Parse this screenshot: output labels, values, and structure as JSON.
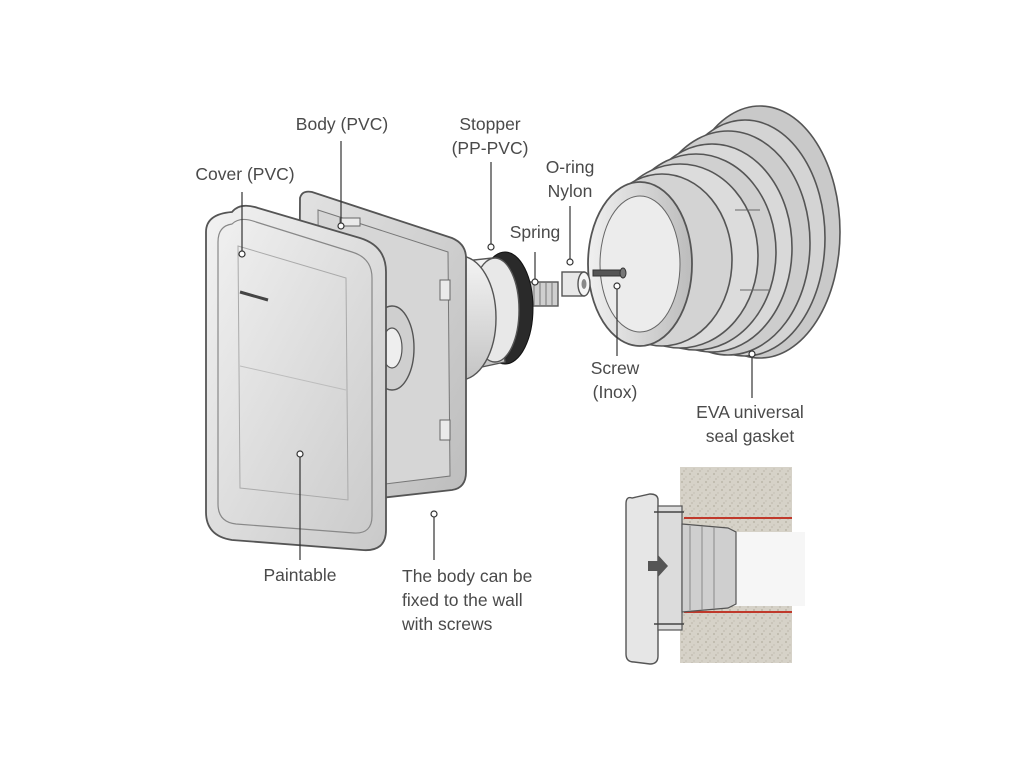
{
  "labels": {
    "body": "Body (PVC)",
    "stopper": [
      "Stopper",
      "(PP-PVC)"
    ],
    "cover": "Cover (PVC)",
    "oring": [
      "O-ring",
      "Nylon"
    ],
    "spring": "Spring",
    "screw": [
      "Screw",
      "(Inox)"
    ],
    "gasket": [
      "EVA universal",
      "seal gasket"
    ],
    "paintable": "Paintable",
    "body_fix": [
      "The body can be",
      "fixed to the wall",
      "with screws"
    ]
  },
  "colors": {
    "text": "#4a4a4a",
    "outline": "#555555",
    "part_fill": "#e4e4e4",
    "wall_fill": "#d8d4cc",
    "pipe_line": "#c0392b"
  }
}
